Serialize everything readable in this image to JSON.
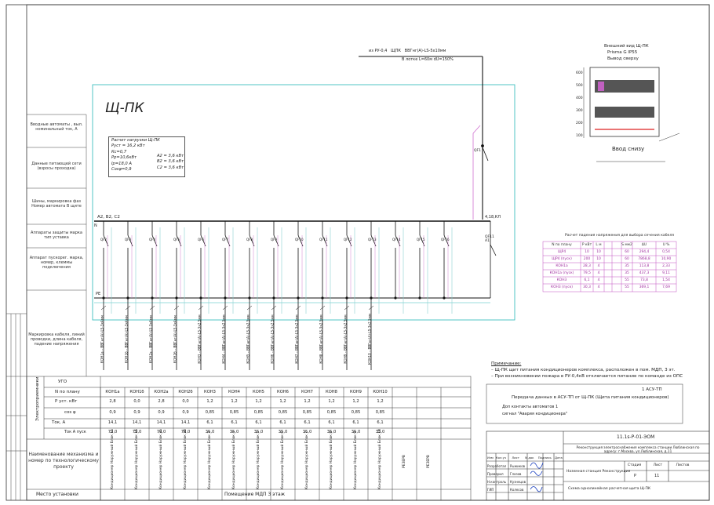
{
  "panel": {
    "name": "Щ-ПК",
    "calc_title": "Расчет нагрузки Щ-ПК",
    "calc_lines": [
      "Руст = 16,2 кВт",
      "Кс=0,7",
      "Рр=10,6кВт",
      "Ір=18,0 А",
      "Cosφ=0,9"
    ],
    "calc_right": [
      "А2 = 3,6 кВт",
      "В2 = 3,6 кВт",
      "С2 = 3,6 кВт"
    ],
    "bus_label": "А2, В2, С2",
    "bus_n": "N",
    "bus_pe": "PE",
    "input_label": "4,18,КЛ",
    "main_breaker": "QF1",
    "rcd": "QF11 А1"
  },
  "feed": {
    "from": "из РУ-0,4",
    "breaker": "ЩПК",
    "cable": "ВВГнг(А)-LS-5х10мм",
    "route": "В лотке L=60м dU=150%"
  },
  "left_labels": [
    "Вводные автоматы , выл. номинальный ток, А",
    "Данные питающей сети (взросы проходка)",
    "Шины, маркировка фаз Номер автомата В щите",
    "Аппараты защиты марка тип уставка",
    "Аппарат пускорег. марка, номер, клеммы подключения",
    "Маркировка кабеля, линий проводки, длина кабеля, падение напряжения"
  ],
  "breakers": [
    "QF2",
    "QF3",
    "QF4",
    "QF5",
    "QF6",
    "QF7",
    "QF8",
    "QF9",
    "QF10",
    "QF11",
    "QF12",
    "QF13",
    "QF14",
    "QF15",
    "QF16"
  ],
  "cables": [
    "ВВГнг(А)-LS-3х4мм",
    "ВВГнг(А)-LS-3х4мм",
    "ВВГнг(А)-LS-3х4мм",
    "ВВГнг(А)-LS-3х4мм",
    "ВВГнг(А)-LS-3х2,5мм",
    "ВВГнг(А)-LS-3х2,5мм",
    "ВВГнг(А)-LS-3х2,5мм",
    "ВВГнг(А)-LS-3х2,5мм",
    "ВВГнг(А)-LS-3х2,5мм",
    "ВВГнг(А)-LS-3х2,5мм",
    "ВВГнг(А)-LS-3х2,5мм",
    "ВВГнг(А)-LS-3х2,5мм"
  ],
  "cable_ids": [
    "КОН1а",
    "КОН1б",
    "КОН2а",
    "КОН2б",
    "КОН3",
    "КОН4",
    "КОН5",
    "КОН6",
    "КОН7",
    "КОН8",
    "КОН9",
    "КОН10"
  ],
  "load_table": {
    "row_labels": [
      "УГО",
      "N по плану",
      "Р уст. кВт",
      "cos φ",
      "Ток, А",
      "Ток А пуск"
    ],
    "group_label": "Электроприемники",
    "ids": [
      "КОН1а",
      "КОН1б",
      "КОН2а",
      "КОН2б",
      "КОН3",
      "КОН4",
      "КОН5",
      "КОН6",
      "КОН7",
      "КОН8",
      "КОН9",
      "КОН10"
    ],
    "power": [
      "2,8",
      "0,0",
      "2,8",
      "0,0",
      "1,2",
      "1,2",
      "1,2",
      "1,2",
      "1,2",
      "1,2",
      "1,2",
      "1,2"
    ],
    "cos": [
      "0,9",
      "0,9",
      "0,9",
      "0,9",
      "0,85",
      "0,85",
      "0,85",
      "0,85",
      "0,85",
      "0,85",
      "0,85",
      "0,85"
    ],
    "current": [
      "14,1",
      "14,1",
      "14,1",
      "14,1",
      "6,1",
      "6,1",
      "6,1",
      "6,1",
      "6,1",
      "6,1",
      "6,1",
      "6,1"
    ],
    "start": [
      "79,0",
      "79,0",
      "79,0",
      "79,0",
      "35,0",
      "35,0",
      "35,0",
      "35,0",
      "35,0",
      "35,0",
      "35,0",
      "35,0"
    ],
    "names": [
      "Кондиционер Наружный Блок 1а",
      "Кондиционер Наружный Блок 1б",
      "Кондиционер Наружный Блок 2а",
      "Кондиционер Наружный Блок 2б",
      "Кондиционер Наружный Блок 3",
      "Кондиционер Наружный Блок 4",
      "Кондиционер Наружный Блок 5",
      "Кондиционер Наружный Блок 6",
      "Кондиционер Наружный Блок 7",
      "Кондиционер Наружный Блок 8",
      "Кондиционер Наружный Блок 9",
      "Кондиционер Наружный Блок 10",
      "РЕЗЕРВ",
      "РЕЗЕРВ"
    ],
    "name_label": "Наименование механизма и номер по технологическому проекту",
    "place_label": "Место установки",
    "place_value": "Помещение МДП 3 этаж"
  },
  "cabinet": {
    "title": "Внешний вид Щ-ПК",
    "subtitle": "Prisma G IP55",
    "subtitle2": "Вывод сверху",
    "bottom": "Ввод снизу",
    "dims": [
      "600",
      "500",
      "400",
      "300",
      "200",
      "100"
    ]
  },
  "cable_calc": {
    "title": "Расчет падения напряжения для выбора сечения кабеля",
    "headers": [
      "N по плану",
      "Р кВт",
      "L м",
      "",
      "",
      "S мм2",
      "ΔU",
      "U %"
    ],
    "rows": [
      [
        "ЩР4",
        "10",
        "10",
        "",
        "",
        "60",
        "294,4",
        "0,54"
      ],
      [
        "ЩР4 (пуск)",
        "200",
        "10",
        "",
        "",
        "60",
        "7868,8",
        "10,90"
      ],
      [
        "КОН1а",
        "28,3",
        "4",
        "",
        "",
        "35",
        "113,8",
        "2,33"
      ],
      [
        "КОН1а (пуск)",
        "79,5",
        "4",
        "",
        "",
        "35",
        "437,3",
        "9,11"
      ],
      [
        "КОН3",
        "6,1",
        "4",
        "",
        "",
        "55",
        "73,8",
        "1,54"
      ],
      [
        "КОН3 (пуск)",
        "30,3",
        "4",
        "",
        "",
        "55",
        "369,1",
        "7,69"
      ]
    ]
  },
  "notes": {
    "title": "Примечание:",
    "items": [
      "– Щ-ПК щит питания кондиционеров комплекса, расположен в пом. МДП, 3 эт.",
      "– При возникновении пожара в РУ-0,4кВ отключается питание по команде из ОПС"
    ]
  },
  "signal": {
    "id": "1 АСУ-ТП",
    "line1": "Передача данных в АСУ-ТП от Щ-ПК (Щита питания кондиционеров)",
    "line2": "Доп контакты автоматов 1",
    "line3": "сигнал \"Авария кондиционера\""
  },
  "stamp": {
    "code": "11.1s-Р-01-ЭОМ",
    "project": "Реконструкция электроснабжения комплекса станции Люблинская по адресу: г.Москва, ул.Люблинская, д.11",
    "subject": "Наземная станция Реконструкция",
    "sheet_title": "Схема однолинейная расчетная щита Щ-ПК",
    "stage_h": [
      "Стадия",
      "Лист",
      "Листов"
    ],
    "stage_v": [
      "Р",
      "11",
      ""
    ],
    "roles": [
      "Разработал",
      "Проверил",
      "",
      "Н.контроль",
      "ГИП"
    ],
    "people": [
      "Рыжиков",
      "Глазов",
      "",
      "Кузнецов",
      "Колесов"
    ],
    "cols": [
      "Изм",
      "Кол.уч",
      "Лист",
      "N док",
      "Подпись",
      "Дата"
    ]
  }
}
